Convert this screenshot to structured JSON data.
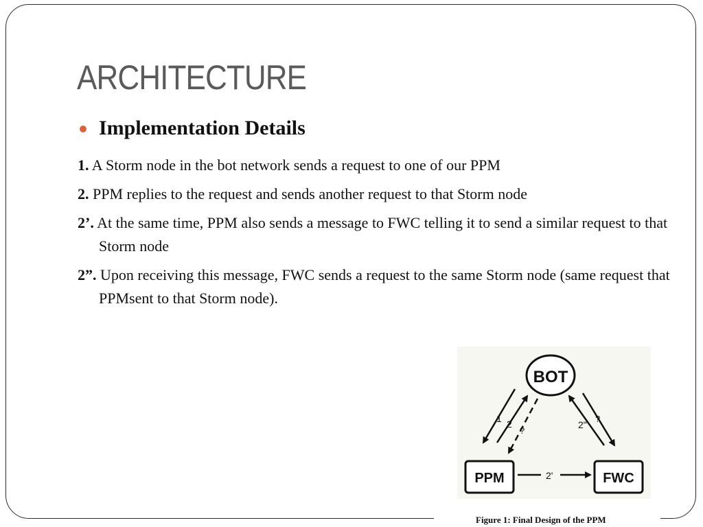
{
  "slide": {
    "title": "ARCHITECTURE",
    "bullet": "Implementation Details",
    "items": [
      {
        "num": "1.",
        "text": " A Storm node in the bot network sends a request to one of our PPM"
      },
      {
        "num": "2.",
        "text": " PPM replies to the request and sends another request to that Storm node"
      },
      {
        "num": "2’.",
        "text": " At the same time, PPM also sends a message to FWC telling it to send a similar request to that Storm node"
      },
      {
        "num": "2”.",
        "text": " Upon receiving this message, FWC sends a request to the same Storm node (same request that PPMsent to that Storm node)."
      }
    ]
  },
  "figure": {
    "nodes": {
      "bot": "BOT",
      "ppm": "PPM",
      "fwc": "FWC"
    },
    "labels": {
      "l1": "1",
      "l2": "2",
      "q_left": "?",
      "l2pp": "2\"",
      "q_right": "?",
      "l2p": "2'"
    },
    "caption": "Figure 1: Final Design of the PPM"
  }
}
